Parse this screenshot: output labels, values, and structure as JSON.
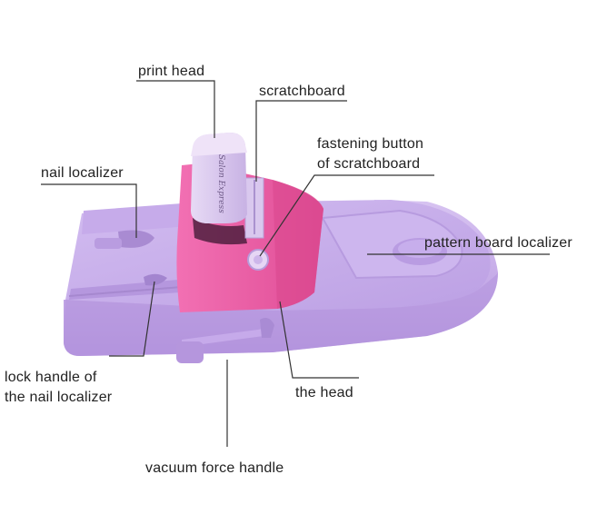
{
  "labels": {
    "print_head": "print head",
    "scratchboard": "scratchboard",
    "fastening_button_line1": "fastening button",
    "fastening_button_line2": "of scratchboard",
    "nail_localizer": "nail localizer",
    "pattern_board_localizer": "pattern board localizer",
    "lock_handle_line1": "lock handle of",
    "lock_handle_line2": "the nail localizer",
    "the_head": "the head",
    "vacuum_force_handle": "vacuum force handle"
  },
  "print_head_logo": "Salon Express",
  "colors": {
    "base_purple": "#c3a6e6",
    "base_shadow": "#a98bd2",
    "head_pink": "#ec5fa4",
    "print_head_lilac": "#d6c3ea",
    "leader_line": "#333333"
  }
}
